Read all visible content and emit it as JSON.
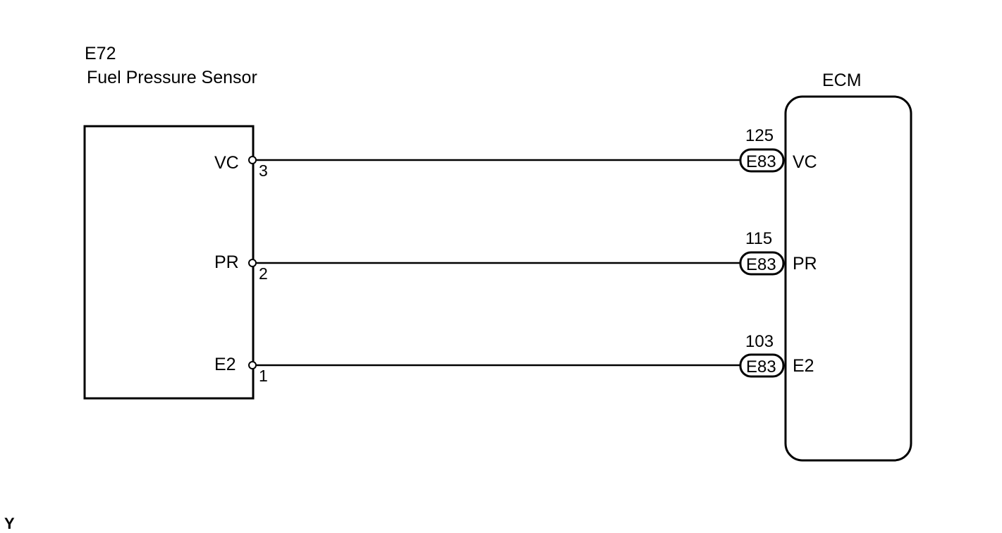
{
  "sensor": {
    "code": "E72",
    "name": "Fuel Pressure Sensor"
  },
  "ecm": {
    "name": "ECM"
  },
  "wires": [
    {
      "sensor_terminal": "VC",
      "sensor_pin": "3",
      "ecm_pin": "125",
      "connector": "E83",
      "ecm_terminal": "VC"
    },
    {
      "sensor_terminal": "PR",
      "sensor_pin": "2",
      "ecm_pin": "115",
      "connector": "E83",
      "ecm_terminal": "PR"
    },
    {
      "sensor_terminal": "E2",
      "sensor_pin": "1",
      "ecm_pin": "103",
      "connector": "E83",
      "ecm_terminal": "E2"
    }
  ],
  "footnote": "Y",
  "colors": {
    "line": "#000000",
    "background": "#ffffff"
  }
}
